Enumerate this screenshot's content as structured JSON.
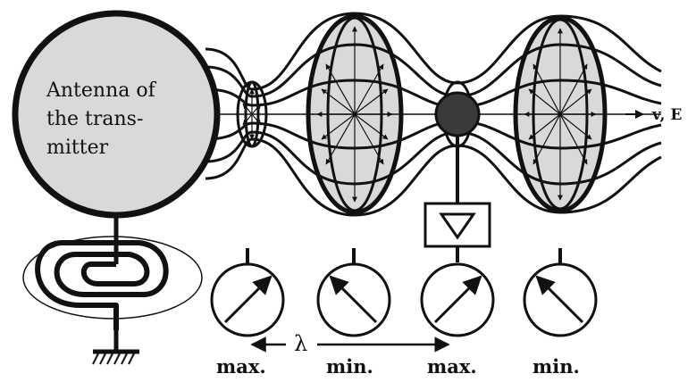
{
  "antenna": {
    "label_lines": [
      "Antenna of",
      "the trans-",
      "mitter"
    ]
  },
  "propagation": {
    "label": "v, E"
  },
  "wavelength": {
    "symbol": "λ"
  },
  "meters": [
    {
      "label": "max.",
      "needle": "up-right"
    },
    {
      "label": "min.",
      "needle": "up-left"
    },
    {
      "label": "max.",
      "needle": "up-right"
    },
    {
      "label": "min.",
      "needle": "up-left"
    }
  ],
  "colors": {
    "stroke": "#111111",
    "fill_gray": "#d9d9d9",
    "node_dark": "#3a3a3a"
  }
}
